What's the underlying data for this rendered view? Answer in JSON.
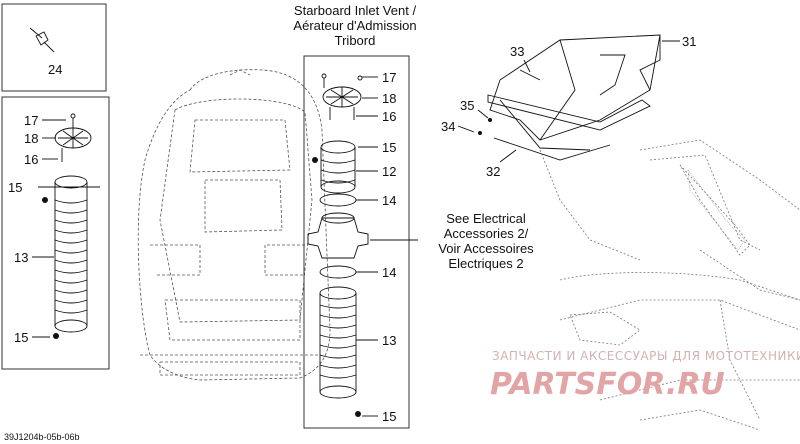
{
  "parts": {
    "p24": "24",
    "p17a": "17",
    "p18a": "18",
    "p16a": "16",
    "p15a": "15",
    "p13a": "13",
    "p15b": "15",
    "p17b": "17",
    "p18b": "18",
    "p16b": "16",
    "p15c": "15",
    "p12": "12",
    "p14a": "14",
    "p14b": "14",
    "p13b": "13",
    "p15d": "15",
    "p33": "33",
    "p31": "31",
    "p35": "35",
    "p34": "34",
    "p32": "32"
  },
  "titles": {
    "starboard_l1": "Starboard Inlet Vent /",
    "starboard_l2": "Aérateur d'Admission",
    "starboard_l3": "Tribord",
    "electrical_l1": "See Electrical",
    "electrical_l2": "Accessories 2/",
    "electrical_l3": "Voir Accessoires",
    "electrical_l4": "Electriques 2"
  },
  "footer": {
    "code": "39J1204b-05b-06b"
  },
  "watermark": {
    "line1": "ЗАПЧАСТИ И АКСЕССУАРЫ ДЛЯ МОТОТЕХНИКИ",
    "line2": "PARTSFOR.RU"
  }
}
